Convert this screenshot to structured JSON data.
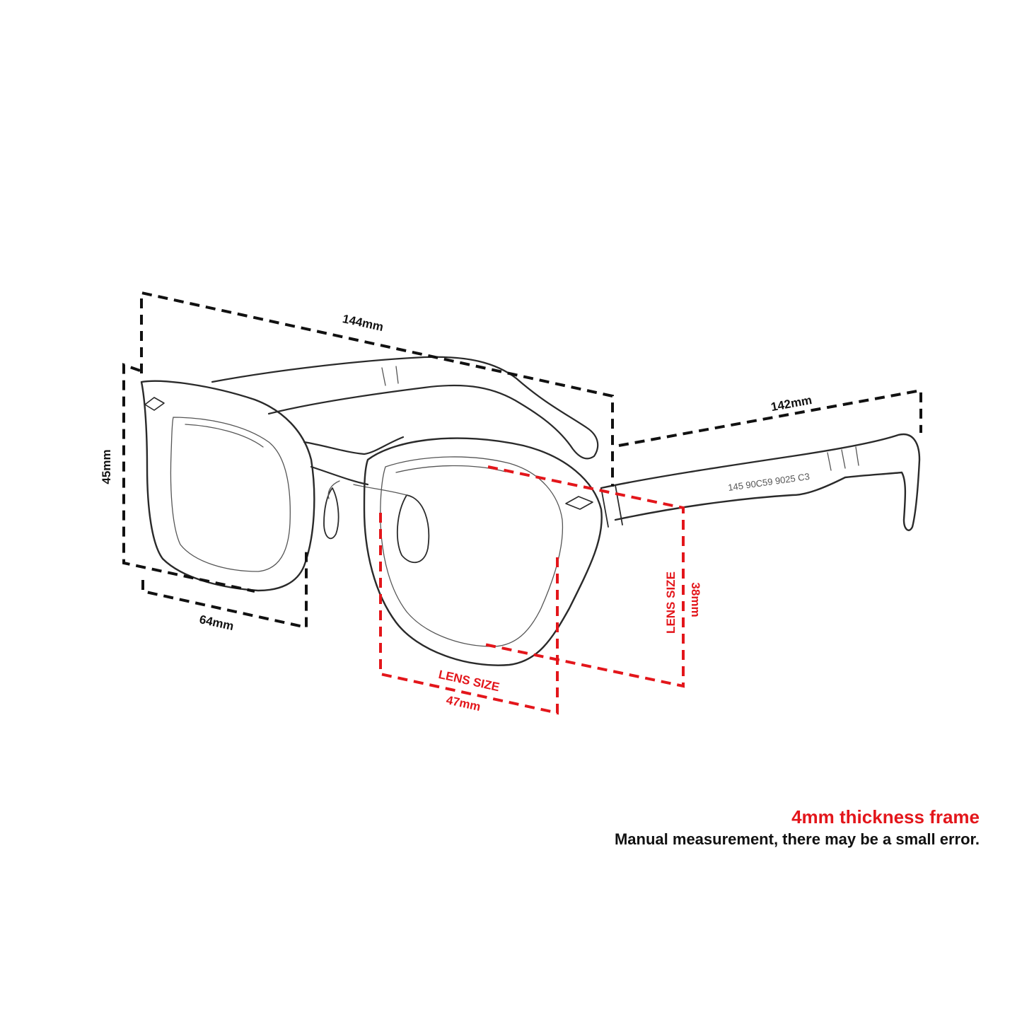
{
  "dimensions": {
    "total_width": "144mm",
    "temple_length": "142mm",
    "frame_height": "45mm",
    "side_depth": "64mm",
    "lens_height_label": "LENS SIZE",
    "lens_height": "38mm",
    "lens_width_label": "LENS SIZE",
    "lens_width": "47mm"
  },
  "temple_print": "145 90C59 9025 C3",
  "notes": {
    "title": "4mm thickness frame",
    "subtitle": "Manual measurement, there may be a small error."
  },
  "colors": {
    "accent_red": "#e3161b",
    "line_black": "#111111"
  }
}
